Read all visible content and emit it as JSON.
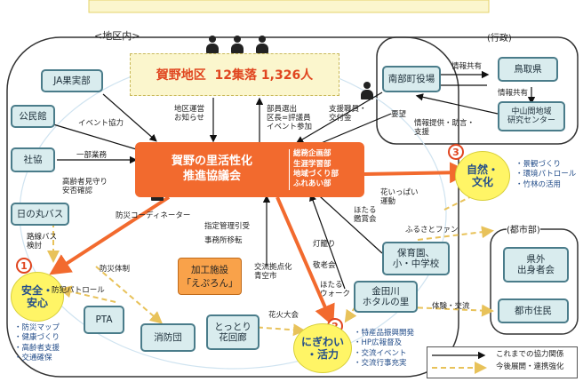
{
  "region_label": "<地区内>",
  "admin_label": "(行政)",
  "urban_label": "(都市部)",
  "main_box": {
    "line1": "賀野地区",
    "line2": "12集落 1,326人"
  },
  "council": {
    "line1": "賀野の里活性化",
    "line2": "推進協議会"
  },
  "departments": [
    "総務企画部",
    "生涯学習部",
    "地域づくり部",
    "ふれあい部"
  ],
  "nodes": {
    "ja": "JA果実部",
    "kominkan": "公民館",
    "shakyo": "社協",
    "hinomaru_bus": "日の丸バス",
    "pta": "PTA",
    "shobodan": "消防団",
    "tottori_garden_1": "とっとり",
    "tottori_garden_2": "花回廊",
    "processing_1": "加工施設",
    "processing_2": "「えぷろん」",
    "nursery_1": "保育園、",
    "nursery_2": "小・中学校",
    "firefly_1": "金田川",
    "firefly_2": "ホタルの里",
    "nanbu_office": "南部町役場",
    "tottori_pref": "鳥取県",
    "research_1": "中山間地域",
    "research_2": "研究センター",
    "out_pref_1": "県外",
    "out_pref_2": "出身者会",
    "city_residents": "都市住民"
  },
  "themes": [
    {
      "num": "1",
      "line1": "安全・",
      "line2": "安心",
      "bullets": [
        "・防災マップ",
        "・健康づくり",
        "・高齢者支援",
        "・交通確保"
      ]
    },
    {
      "num": "2",
      "line1": "にぎわい",
      "line2": "・活力",
      "bullets": [
        "・特産品振興開発",
        "・HP広報督及",
        "・交流イベント",
        "・交流行事充実"
      ]
    },
    {
      "num": "3",
      "line1": "自然・",
      "line2": "文化",
      "bullets": [
        "・景観づくり",
        "・環境パトロール",
        "・竹林の活用"
      ]
    }
  ],
  "labels": {
    "event_coop": "イベント協力",
    "partial_sub": "一部業務",
    "elderly_watch_1": "高齢者見守り",
    "elderly_watch_2": "安否確認",
    "route_bus_1": "路線バス",
    "route_bus_2": "検討",
    "disaster_coord": "防災コーディネーター",
    "disaster_system": "防災体制",
    "crime_patrol": "防犯パトロール",
    "area_notice_1": "地区運営",
    "area_notice_2": "お知らせ",
    "dept_1": "部員選出",
    "dept_2": "区長=評議員",
    "dept_3": "イベント参加",
    "support_1": "支援職員・",
    "support_2": "交付金",
    "info_share_1": "情報共有",
    "info_share_2": "情報共有",
    "request": "要望",
    "info_provide_1": "情報提供・助言・",
    "info_provide_2": "支援",
    "facility_1": "指定管理引受",
    "facility_2": "事務所移転",
    "flower_1": "花いっぱい",
    "flower_2": "運動",
    "firefly_watch_1": "ほたる",
    "firefly_watch_2": "鑑賞会",
    "hometown_fan": "ふるさとファン",
    "lantern": "灯籠り",
    "elder_assoc": "敬老会",
    "firefly_walk_1": "ほたる",
    "firefly_walk_2": "ウォーク",
    "exchange_base_1": "交流拠点化",
    "exchange_base_2": "青空市",
    "experience": "体験・交流",
    "fireworks": "花火大会"
  },
  "legend": {
    "existing": "これまでの協力関係",
    "future": "今後展開・連携強化"
  },
  "colors": {
    "orange": "#f26a2e",
    "box_fill": "#d9ecee",
    "box_border": "#4a7c8a",
    "yellow_circle": "#fff566",
    "dashed_yellow": "#e8c25a"
  }
}
